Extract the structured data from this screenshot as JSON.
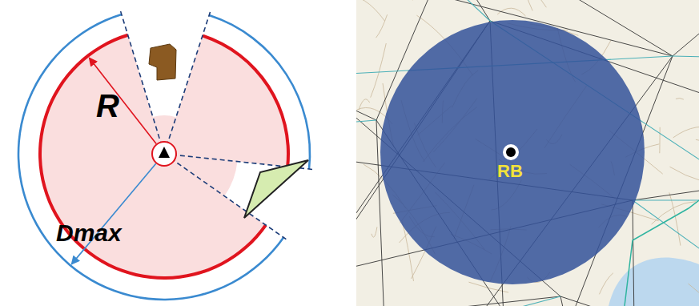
{
  "diagram": {
    "labels": [
      "R",
      "Dmax",
      "RB"
    ]
  }
}
